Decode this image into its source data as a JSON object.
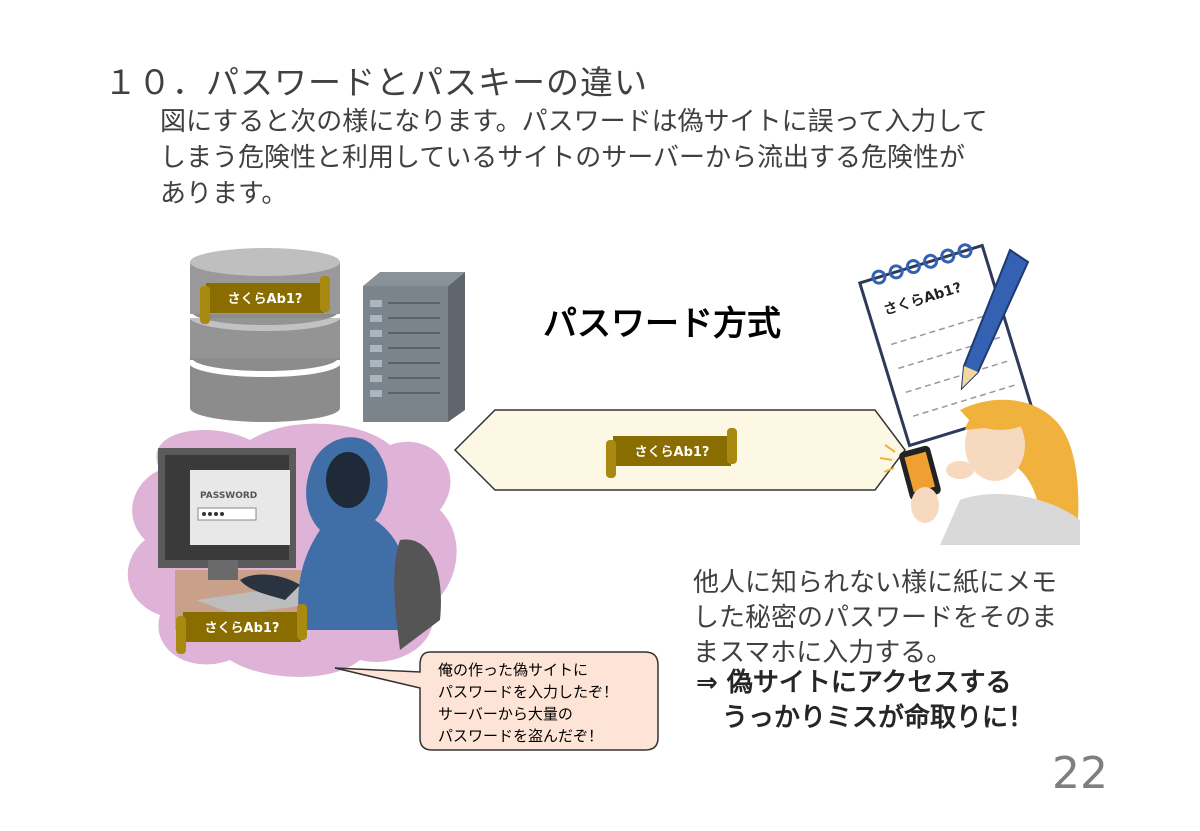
{
  "slide": {
    "title": "１０．パスワードとパスキーの違い",
    "intro_lines": [
      "図にすると次の様になります。パスワードは偽サイトに誤って入力して",
      "しまう危険性と利用しているサイトのサーバーから流出する危険性が",
      "あります。"
    ],
    "method_title": "パスワード方式",
    "password_example": "さくらAb1?",
    "screen_label": "PASSWORD",
    "speech_bubble_lines": [
      "俺の作った偽サイトに",
      "パスワードを入力したぞ！",
      "サーバーから大量の",
      "パスワードを盗んだぞ！"
    ],
    "note_lines": [
      "他人に知られない様に紙にメモ",
      "した秘密のパスワードをそのま",
      "まスマホに入力する。"
    ],
    "warning_lines": [
      "⇒ 偽サイトにアクセスする",
      "　うっかりミスが命取りに！"
    ],
    "page_number": "22"
  },
  "colors": {
    "scroll_fill": "#8a6d00",
    "arrow_fill": "#fdf8e4",
    "bubble_fill": "#fde4d6",
    "hacker_bg": "#d8a6d0",
    "hoodie": "#3f6fa6",
    "pen": "#3561b3",
    "hair": "#f0b23c"
  }
}
